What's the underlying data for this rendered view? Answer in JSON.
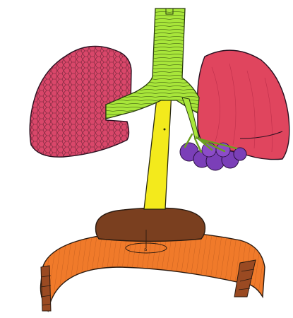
{
  "diagram": {
    "parts": [
      {
        "name": "trachea",
        "color": "#a8e63a"
      },
      {
        "name": "right-lung",
        "color": "#d9476a"
      },
      {
        "name": "left-lung",
        "color": "#e0455e"
      },
      {
        "name": "bronchi",
        "color": "#a8e63a"
      },
      {
        "name": "alveoli-cluster",
        "color": "#7b3fb8"
      },
      {
        "name": "esophagus-tube",
        "color": "#f3ea1c"
      },
      {
        "name": "diaphragm-dome",
        "color": "#7a3f1f"
      },
      {
        "name": "rib-band",
        "color": "#f07a2a"
      }
    ],
    "marker_label": "a"
  }
}
